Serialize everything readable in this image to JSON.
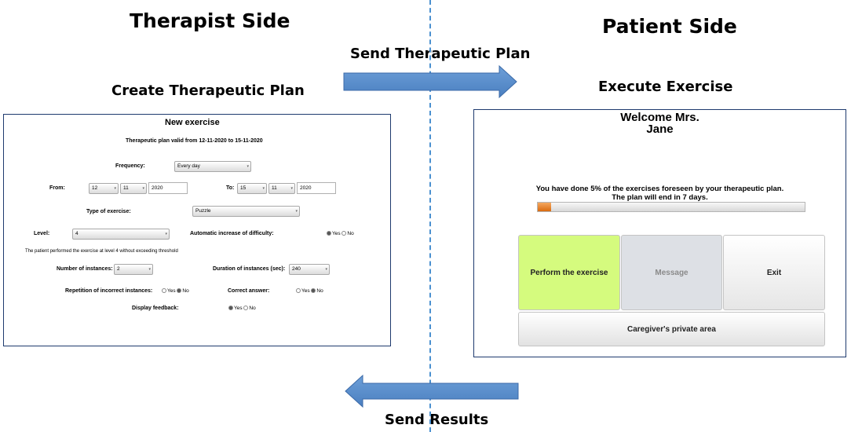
{
  "sides": {
    "therapist": "Therapist Side",
    "patient": "Patient Side"
  },
  "steps": {
    "create_plan": "Create Therapeutic Plan",
    "execute_exercise": "Execute Exercise",
    "send_plan": "Send Therapeutic Plan",
    "send_results": "Send Results"
  },
  "colors": {
    "arrow": "#5a8fcc",
    "divider": "#4a90d0",
    "panel_border": "#1e3a6e",
    "perform_bg": "#d5fb7e",
    "progress_fill": "#e07b20"
  },
  "form": {
    "title": "New exercise",
    "validity": "Therapeutic plan valid from  12-11-2020  to  15-11-2020",
    "frequency_label": "Frequency:",
    "frequency_value": "Every day",
    "from_label": "From:",
    "from_day": "12",
    "from_month": "11",
    "from_year": "2020",
    "to_label": "To:",
    "to_day": "15",
    "to_month": "11",
    "to_year": "2020",
    "type_label": "Type of exercise:",
    "type_value": "Puzzle",
    "level_label": "Level:",
    "level_value": "4",
    "auto_increase_label": "Automatic increase of difficulty:",
    "auto_increase_yes": "Yes",
    "auto_increase_no": "No",
    "note": "The patient performed the exercise at level 4 without exceeding threshold",
    "instances_label": "Number of instances:",
    "instances_value": "2",
    "duration_label": "Duration of instances (sec):",
    "duration_value": "240",
    "repetition_label": "Repetition of incorrect instances:",
    "repetition_yes": "Yes",
    "repetition_no": "No",
    "correct_label": "Correct answer:",
    "correct_yes": "Yes",
    "correct_no": "No",
    "feedback_label": "Display feedback:",
    "feedback_yes": "Yes",
    "feedback_no": "No"
  },
  "patient": {
    "welcome_line1": "Welcome Mrs.",
    "welcome_line2": "Jane",
    "progress_line1": "You have done 5% of the exercises foreseen by your therapeutic plan.",
    "progress_line2": "The plan will end in 7 days.",
    "progress_fraction": 0.05,
    "perform_button": "Perform the exercise",
    "message_button": "Message",
    "exit_button": "Exit",
    "caregiver_button": "Caregiver's private area"
  }
}
